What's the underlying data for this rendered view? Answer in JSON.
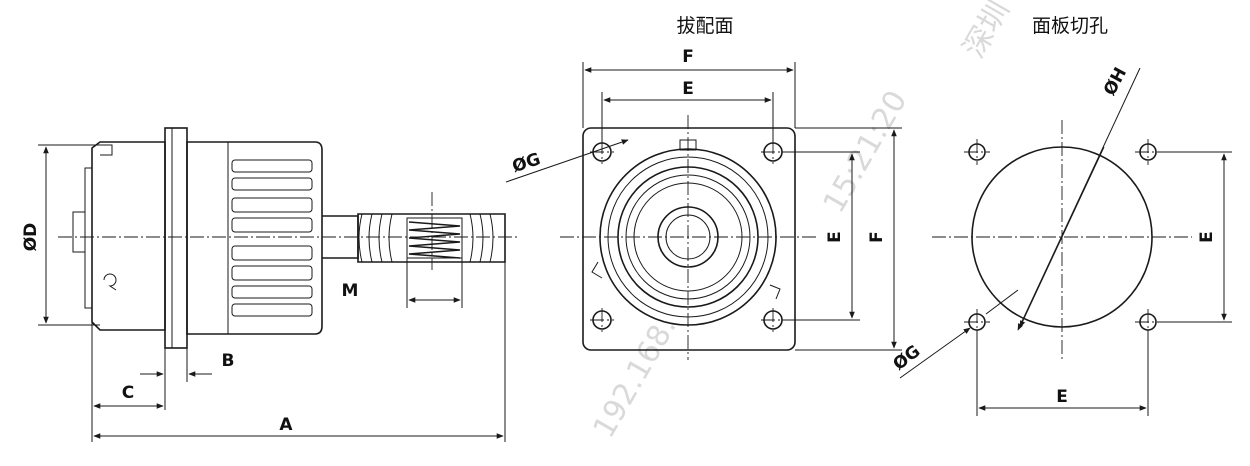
{
  "titles": {
    "mating_face": "拔配面",
    "panel_cutout": "面板切孔"
  },
  "dimensions": {
    "A": "A",
    "B": "B",
    "C": "C",
    "D": "ØD",
    "M": "M",
    "E": "E",
    "F": "F",
    "G": "ØG",
    "H": "ØH"
  },
  "watermark": {
    "line1": "192.168.",
    "line2": "15:21:20",
    "line3": "深圳"
  }
}
